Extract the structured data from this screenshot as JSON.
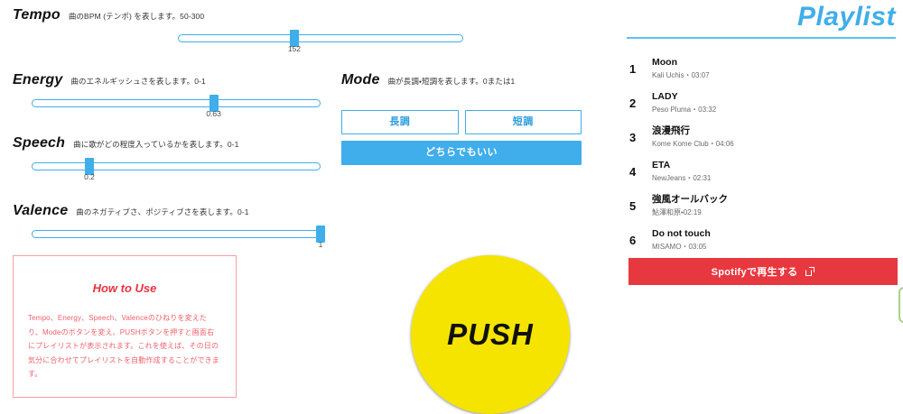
{
  "sliders": [
    {
      "id": "tempo",
      "name": "Tempo",
      "description": "曲のBPM (テンポ) を表します。50-300",
      "value": "152",
      "value_number": 152,
      "min": 50,
      "max": 300,
      "percent": 40.8
    },
    {
      "id": "energy",
      "name": "Energy",
      "description": "曲のエネルギッシュさを表します。0-1",
      "value": "0.63",
      "value_number": 0.63,
      "min": 0,
      "max": 1,
      "percent": 63
    },
    {
      "id": "speech",
      "name": "Speech",
      "description": "曲に歌がどの程度入っているかを表します。0-1",
      "value": "0.2",
      "value_number": 0.2,
      "min": 0,
      "max": 1,
      "percent": 20
    },
    {
      "id": "valence",
      "name": "Valence",
      "description": "曲のネガティブさ、ポジティブさを表します。0-1",
      "value": "1",
      "value_number": 1,
      "min": 0,
      "max": 1,
      "percent": 100
    }
  ],
  "mode": {
    "name": "Mode",
    "description": "曲が長調・短調を表します。0または1",
    "major_label": "長調",
    "minor_label": "短調",
    "any_label": "どちらでもいい",
    "selected": "any"
  },
  "howto": {
    "title": "How to Use",
    "body": "Tempo、Energy、Speech、Valenceのひねりを変えたり、Modeのボタンを変え、PUSHボタンを押すと画面右にプレイリストが表示されます。これを使えば、その日の気分に合わせてプレイリストを自動作成することができます。"
  },
  "push": {
    "label": "PUSH"
  },
  "playlist": {
    "title": "Playlist",
    "tracks": [
      {
        "index": "1",
        "title": "Moon",
        "subtitle": "Kali Uchis・03:07"
      },
      {
        "index": "2",
        "title": "LADY",
        "subtitle": "Peso Pluma・03:32"
      },
      {
        "index": "3",
        "title": "浪漫飛行",
        "subtitle": "Kome Kome Club・04:06"
      },
      {
        "index": "4",
        "title": "ETA",
        "subtitle": "NewJeans・02:31"
      },
      {
        "index": "5",
        "title": "強風オールバック",
        "subtitle": "鮎澤和原・02:19"
      },
      {
        "index": "6",
        "title": "Do not touch",
        "subtitle": "MISAMO・03:05"
      }
    ],
    "spotify_button_label": "Spotifyで再生する",
    "spotify_button_icon": "external-link-icon"
  },
  "colors": {
    "accent_blue": "#3faeea",
    "push_yellow": "#f5e400",
    "spotify_red": "#e8383f",
    "howto_pink": "#f0616c",
    "edge_green": "#a9d18e"
  }
}
